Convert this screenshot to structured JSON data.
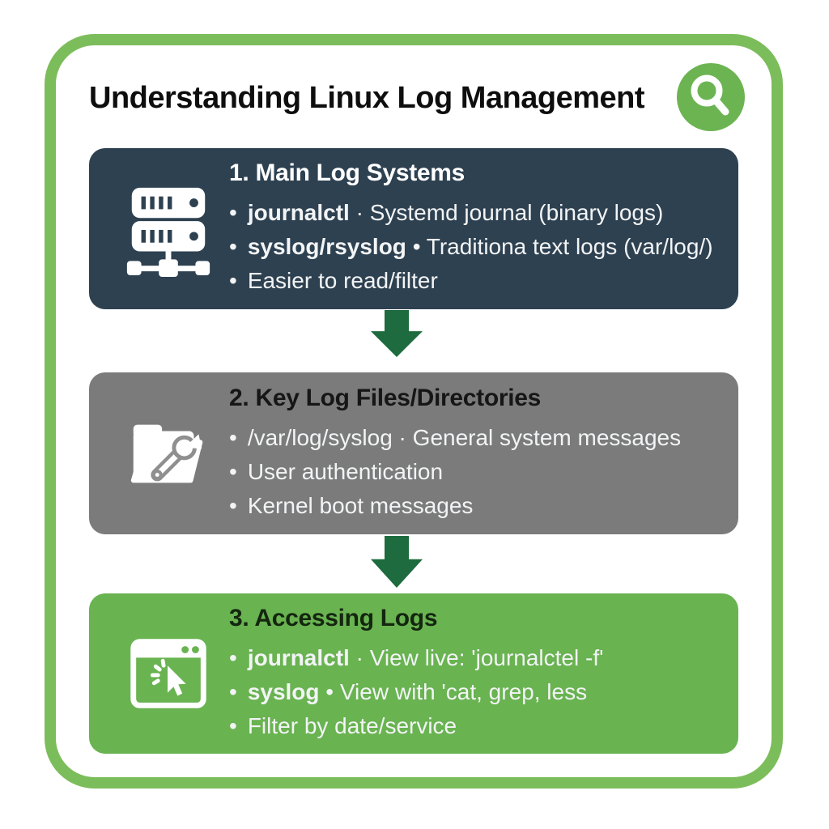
{
  "title": "Understanding Linux Log Management",
  "glyphs": {
    "bullet": "•"
  },
  "colors": {
    "frame_border": "#7cbd5b",
    "search_badge_bg": "#6cb452",
    "arrow": "#1d6b3e",
    "section1_bg": "#2e4151",
    "section2_bg": "#7b7b7b",
    "section3_bg": "#69b351",
    "bullet_text": "#f2f4f5",
    "heading_dark": "#161616",
    "heading_light": "#ffffff"
  },
  "sections": [
    {
      "heading": "1. Main Log Systems",
      "icon": "server-network-icon",
      "bullets": [
        {
          "bold": "journalctl",
          "sep": "·",
          "text": "Systemd journal (binary logs)"
        },
        {
          "bold": "syslog/rsyslog",
          "sep": "•",
          "text": "Traditiona text logs (var/log/)"
        },
        {
          "bold": "",
          "sep": "",
          "text": "Easier to read/filter"
        }
      ]
    },
    {
      "heading": "2. Key Log Files/Directories",
      "icon": "folder-wrench-icon",
      "bullets": [
        {
          "bold": "",
          "sep": "",
          "text": "/var/log/syslog · General system messages"
        },
        {
          "bold": "",
          "sep": "",
          "text": "User authentication"
        },
        {
          "bold": "",
          "sep": "",
          "text": "Kernel boot messages"
        }
      ]
    },
    {
      "heading": "3. Accessing Logs",
      "icon": "window-cursor-icon",
      "bullets": [
        {
          "bold": "journalctl",
          "sep": "·",
          "text": "View live: 'journalctel -f'"
        },
        {
          "bold": "syslog",
          "sep": "•",
          "text": "View with 'cat, grep, less"
        },
        {
          "bold": "",
          "sep": "",
          "text": "Filter by date/service"
        }
      ]
    }
  ]
}
